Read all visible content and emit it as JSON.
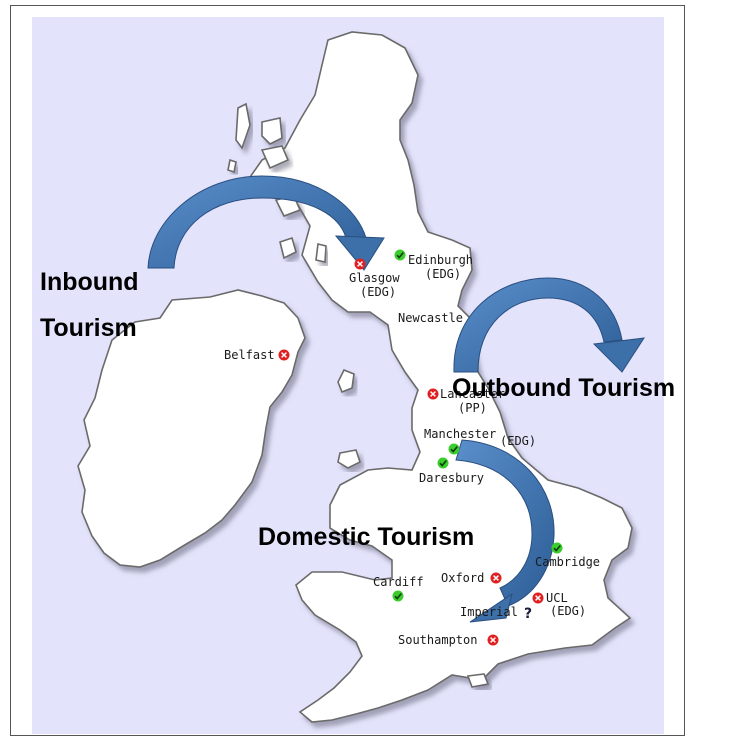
{
  "labels": {
    "inbound_line1": "Inbound",
    "inbound_line2": "Tourism",
    "outbound": "Outbound Tourism",
    "domestic": "Domestic Tourism"
  },
  "cities": [
    {
      "name": "Edinburgh",
      "sub": "(EDG)",
      "status": "ok"
    },
    {
      "name": "Glasgow",
      "sub": "(EDG)",
      "status": "down"
    },
    {
      "name": "Newcastle",
      "sub": "",
      "status": "none"
    },
    {
      "name": "Belfast",
      "sub": "",
      "status": "down"
    },
    {
      "name": "Lancaster",
      "sub": "(PP)",
      "status": "down"
    },
    {
      "name": "Manchester",
      "sub": "(EDG)",
      "status": "ok"
    },
    {
      "name": "Daresbury",
      "sub": "",
      "status": "ok"
    },
    {
      "name": "Cambridge",
      "sub": "",
      "status": "ok"
    },
    {
      "name": "Oxford",
      "sub": "",
      "status": "down"
    },
    {
      "name": "Cardiff",
      "sub": "",
      "status": "ok"
    },
    {
      "name": "UCL",
      "sub": "(EDG)",
      "status": "down"
    },
    {
      "name": "Imperial",
      "sub": "",
      "status": "unknown"
    },
    {
      "name": "Southampton",
      "sub": "",
      "status": "down"
    }
  ],
  "colors": {
    "background": "#e3e3fb",
    "arrow": "#3d6fa8",
    "ok": "#3ccc2e",
    "down": "#e02020"
  }
}
